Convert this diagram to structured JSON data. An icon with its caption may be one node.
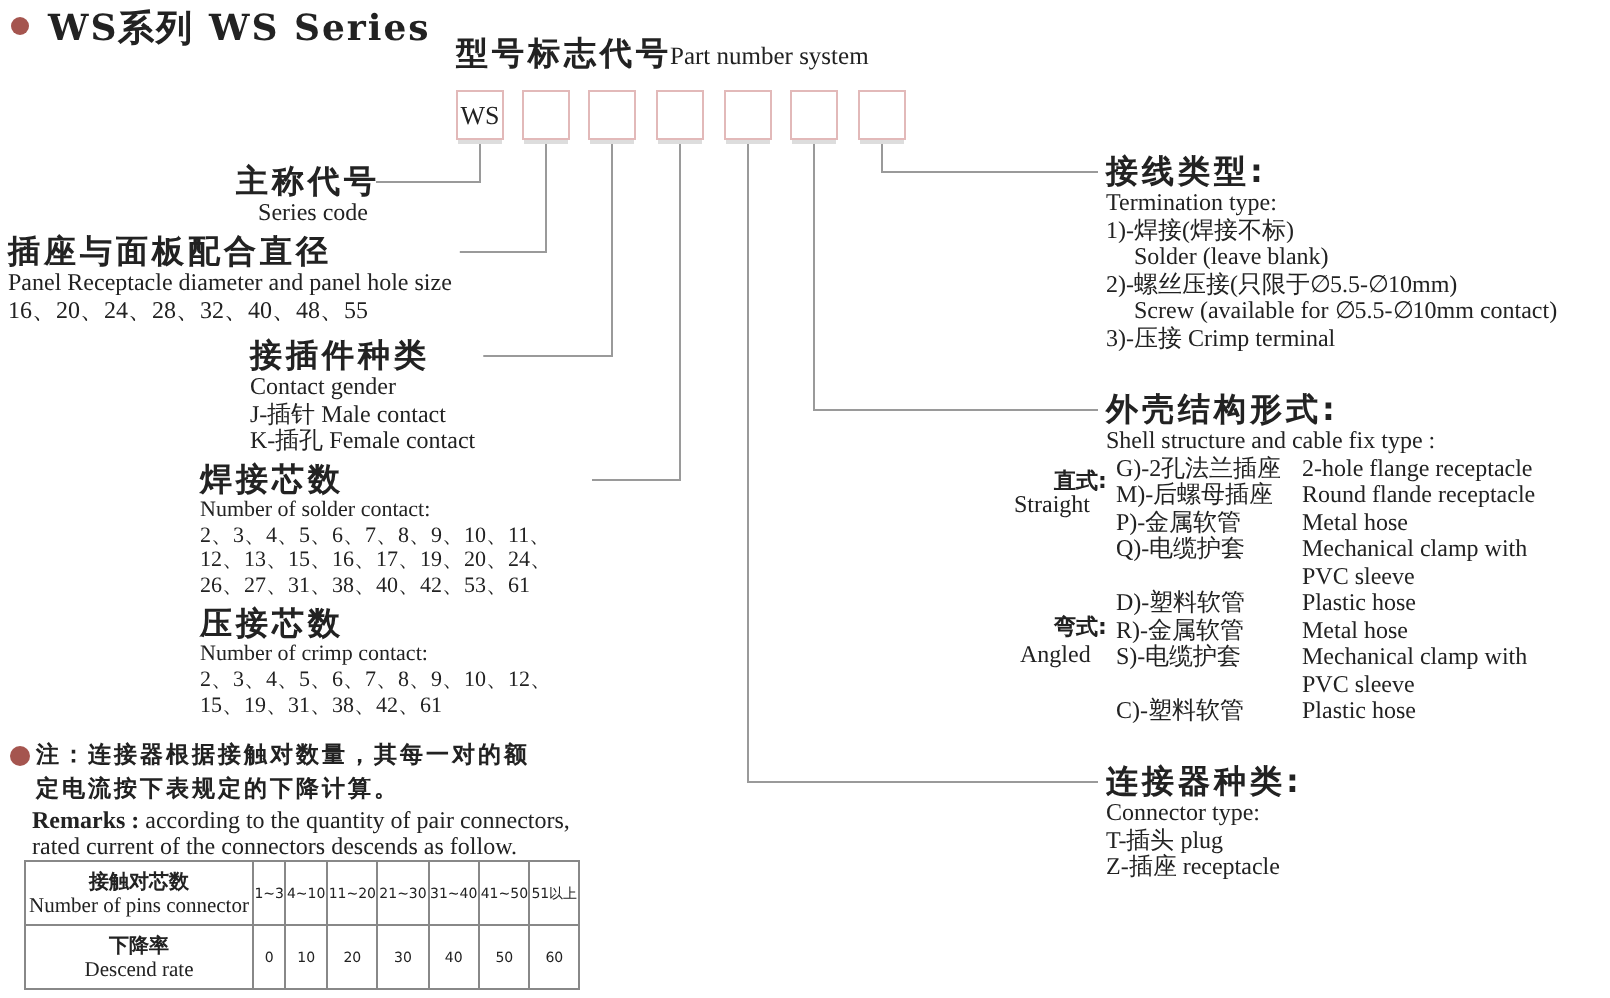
{
  "diagram": {
    "title": "WS系列 WS Series",
    "nodes": [
      {
        "text": [
          "WS"
        ]
      },
      {
        "text": [],
        "shape": "box"
      },
      {
        "text": [],
        "shape": "box"
      },
      {
        "text": [],
        "shape": "box"
      },
      {
        "text": [],
        "shape": "box"
      },
      {
        "text": [],
        "shape": "box"
      },
      {
        "text": [],
        "shape": "box"
      },
      {
        "text": [
          "主称代号",
          "Series code"
        ]
      },
      {
        "text": [
          "插座与面板配合直径",
          "Panel Receptacle diameter and panel hole size",
          "16、20、24、28、32、40、48、55"
        ]
      },
      {
        "text": [
          "接插件种类",
          "Contact gender",
          "J-插针 Male contact",
          "K-插孔 Female contact"
        ]
      },
      {
        "text": [
          "焊接芯数",
          "Number of solder contact:",
          "2、3、4、5、6、7、8、9、10、11、12、13、15、16、17、19、20、24、26、27、31、38、40、42、53、61",
          "压接芯数",
          "Number of crimp contact:",
          "2、3、4、5、6、7、8、9、10、12、15、19、31、38、42、61"
        ]
      },
      {
        "text": [
          "接线类型:",
          "Termination type:",
          "1)-焊接(焊接不标)",
          "Solder (leave blank)",
          "2)-螺丝压接(只限于∅5.5-∅10mm)",
          "Screw (available for ∅5.5-∅10mm contact)",
          "3)-压接 Crimp terminal"
        ]
      },
      {
        "text": [
          "外壳结构形式:",
          "Shell structure and cable fix type :",
          "G)-2孔法兰插座",
          "2-hole flange receptacle",
          "M)-后螺母插座",
          "Round flande receptacle",
          "P)-金属软管",
          "Metal hose",
          "Q)-电缆护套",
          "Mechanical clamp with PVC sleeve",
          "D)-塑料软管",
          "Plastic hose",
          "R)-金属软管",
          "Metal hose",
          "S)-电缆护套",
          "Mechanical clamp with PVC sleeve",
          "C)-塑料软管",
          "Plastic hose"
        ]
      },
      {
        "text": [
          "连接器种类:",
          "Connector type:",
          "T-插头 plug",
          "Z-插座 receptacle"
        ]
      }
    ],
    "edges": [
      {
        "from": 0,
        "to": 7,
        "arrow": "none"
      },
      {
        "from": 1,
        "to": 8,
        "arrow": "none"
      },
      {
        "from": 2,
        "to": 9,
        "arrow": "none"
      },
      {
        "from": 3,
        "to": 10,
        "arrow": "none"
      },
      {
        "from": 4,
        "to": 13,
        "arrow": "none"
      },
      {
        "from": 5,
        "to": 12,
        "arrow": "none"
      },
      {
        "from": 6,
        "to": 11,
        "arrow": "none"
      }
    ],
    "labels": [
      "型号标志代号",
      "Part number system",
      "直式:",
      "Straight",
      "弯式:",
      "Angled",
      "注：连接器根据接触对数量，其每一对的额定电流按下表规定的下降计算。",
      "**Remarks :** according to the quantity of pair connectors, rated current of the connectors descends as follow.",
      "接触对芯数",
      "Number of pins connector",
      "1~3",
      "4~10",
      "11~20",
      "21~30",
      "31~40",
      "41~50",
      "51以上",
      "下降率",
      "Descend rate",
      "0",
      "10",
      "20",
      "30",
      "40",
      "50",
      "60"
    ]
  }
}
